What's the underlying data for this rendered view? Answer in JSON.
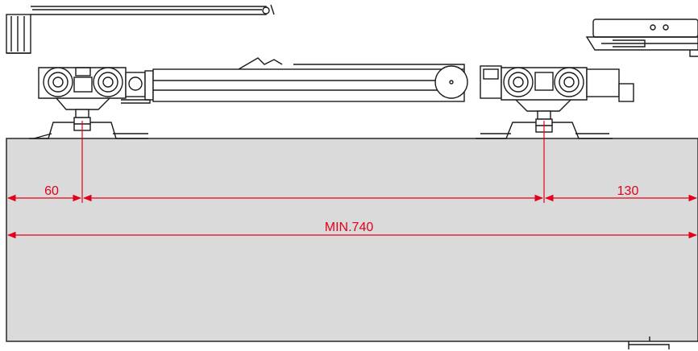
{
  "dimensions": {
    "left_offset": "60",
    "right_offset": "130",
    "min_length": "MIN.740"
  },
  "colors": {
    "dimension": "#e2001a",
    "door_panel": "#dadadb",
    "line": "#1a1a1a"
  }
}
